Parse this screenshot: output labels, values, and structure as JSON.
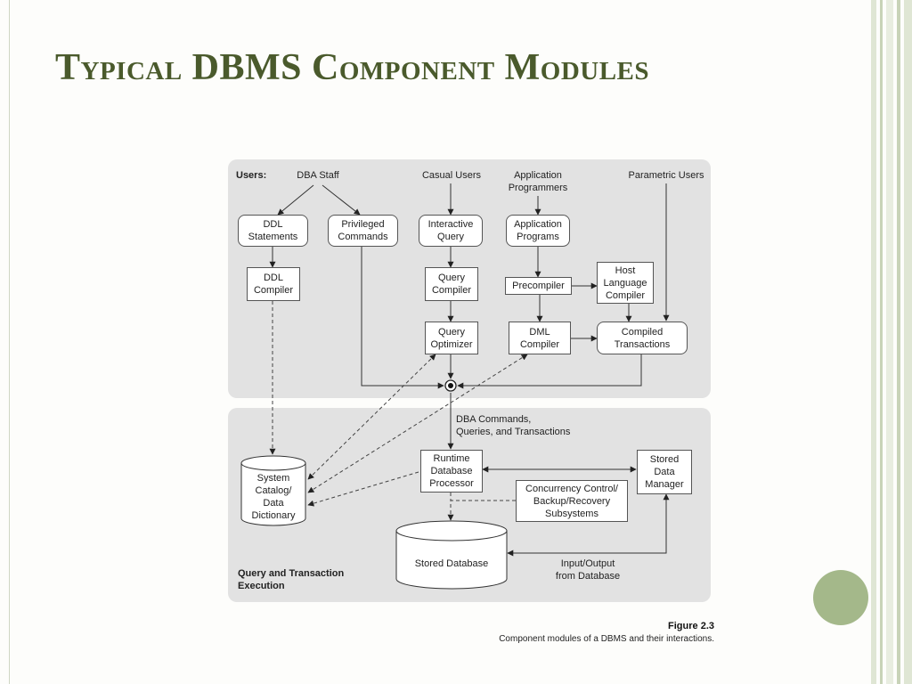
{
  "slide": {
    "title": "Typical DBMS Component Modules"
  },
  "diagram": {
    "users_label": "Users:",
    "user_groups": {
      "dba_staff": "DBA Staff",
      "casual_users": "Casual Users",
      "application_programmers": "Application\nProgrammers",
      "parametric_users": "Parametric Users"
    },
    "components": {
      "ddl_statements": "DDL\nStatements",
      "privileged_commands": "Privileged\nCommands",
      "interactive_query": "Interactive\nQuery",
      "application_programs": "Application\nPrograms",
      "ddl_compiler": "DDL\nCompiler",
      "query_compiler": "Query\nCompiler",
      "precompiler": "Precompiler",
      "host_language_compiler": "Host\nLanguage\nCompiler",
      "query_optimizer": "Query\nOptimizer",
      "dml_compiler": "DML\nCompiler",
      "compiled_transactions": "Compiled\nTransactions",
      "runtime_database_processor": "Runtime\nDatabase\nProcessor",
      "stored_data_manager": "Stored\nData\nManager",
      "concurrency_control": "Concurrency Control/\nBackup/Recovery\nSubsystems",
      "system_catalog": "System\nCatalog/\nData\nDictionary",
      "stored_database": "Stored Database"
    },
    "edge_labels": {
      "dba_commands": "DBA Commands,\nQueries, and Transactions",
      "input_output": "Input/Output\nfrom Database"
    },
    "section_label": "Query and Transaction\nExecution",
    "figure_number": "Figure 2.3",
    "figure_caption": "Component modules of a DBMS and their interactions."
  },
  "colors": {
    "title": "#4a5a2c",
    "panel": "#e2e2e2",
    "accent_circle": "#a4b88a"
  }
}
